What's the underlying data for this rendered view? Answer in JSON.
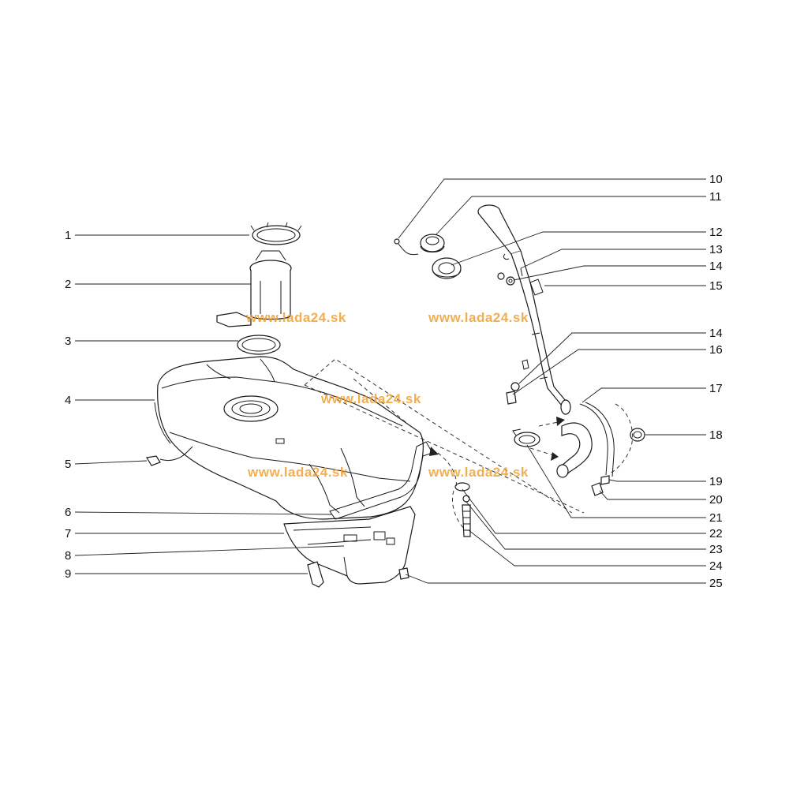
{
  "watermark": "www.lada24.sk",
  "labels": [
    "1",
    "2",
    "3",
    "4",
    "5",
    "6",
    "7",
    "8",
    "9",
    "10",
    "11",
    "12",
    "13",
    "14",
    "15",
    "14",
    "16",
    "17",
    "18",
    "19",
    "20",
    "21",
    "22",
    "23",
    "24",
    "25"
  ]
}
